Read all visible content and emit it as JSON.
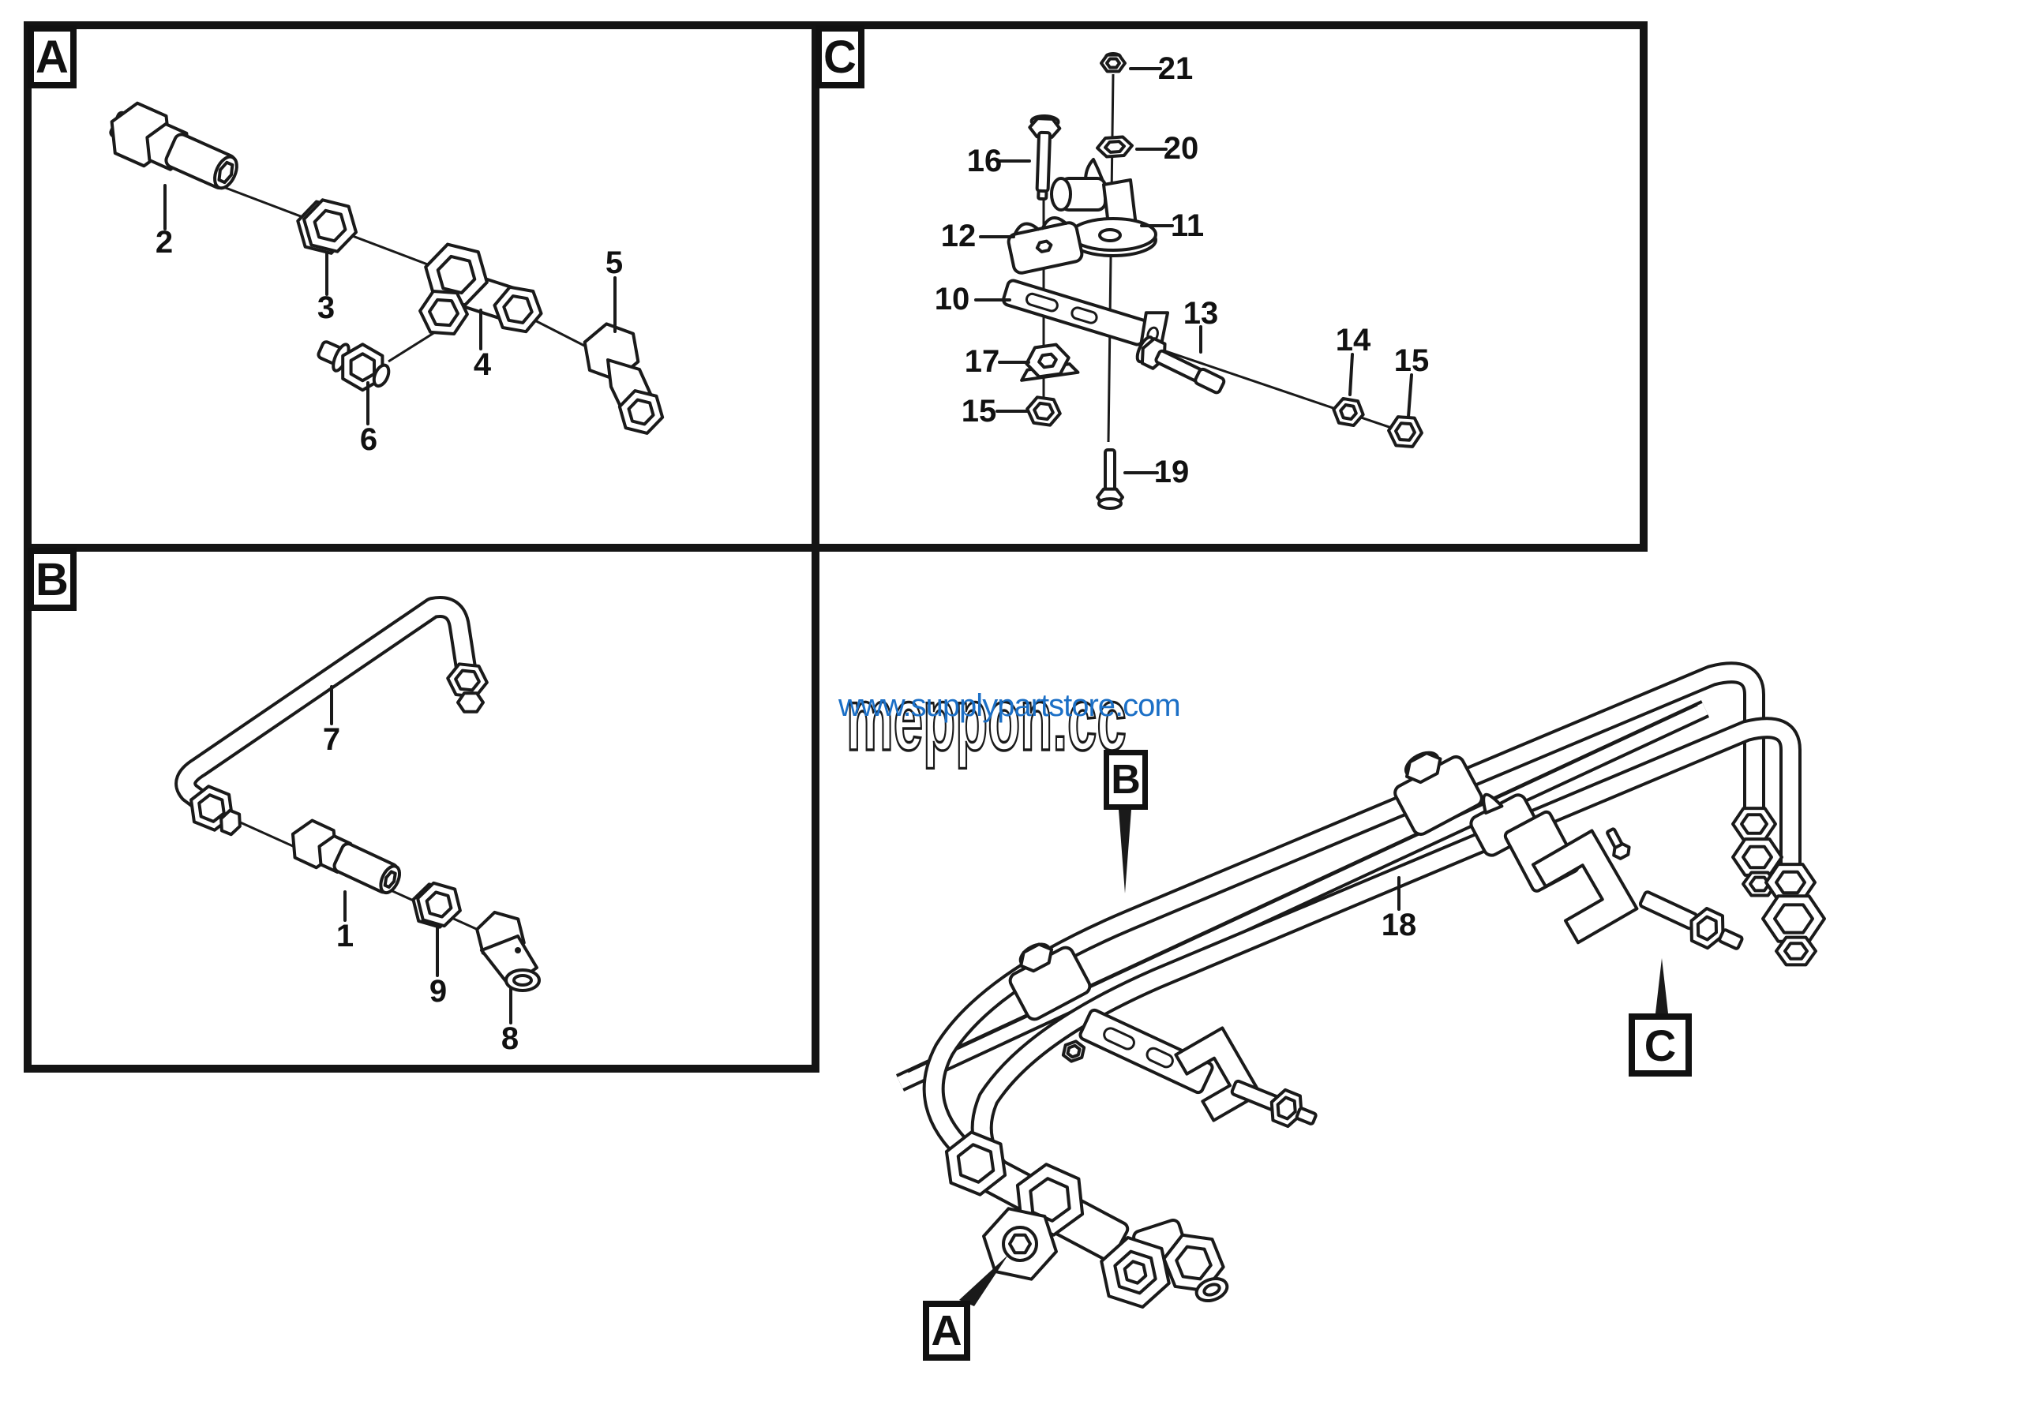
{
  "diagram": {
    "type": "exploded-parts-diagram",
    "line_color": "#1a1a1a",
    "background": "#ffffff"
  },
  "panels": {
    "a": {
      "letter": "A",
      "parts": [
        "2",
        "3",
        "4",
        "5",
        "6"
      ]
    },
    "b": {
      "letter": "B",
      "parts": [
        "7",
        "1",
        "9",
        "8"
      ]
    },
    "c": {
      "letter": "C",
      "parts": [
        "21",
        "20",
        "16",
        "11",
        "12",
        "10",
        "17",
        "15",
        "13",
        "14",
        "15",
        "19"
      ]
    }
  },
  "main_view": {
    "callout_b": "B",
    "callout_c": "C",
    "callout_a": "A",
    "part_label": "18"
  },
  "watermark": {
    "store_text": "www.supplypartstore.com",
    "store_color": "#1b6fc6",
    "brand_text": "meppon.cc",
    "brand_outline_color": "#1a1a1a"
  }
}
